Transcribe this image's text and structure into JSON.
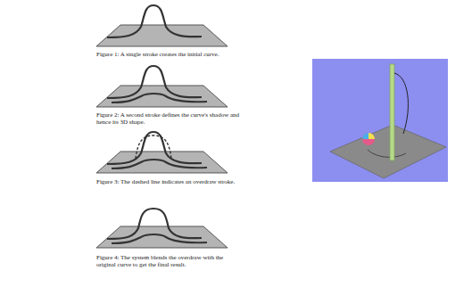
{
  "diagram": {
    "labels": [
      "Figure 1: A single stroke creates the initial curve.",
      "Figure 2: A second stroke defines the curve's shadow and hence its 3D shape.",
      "Figure 3: The dashed line indicates an overdraw stroke.",
      "Figure 4: The system blends the overdraw with the original curve to get the final result."
    ]
  }
}
